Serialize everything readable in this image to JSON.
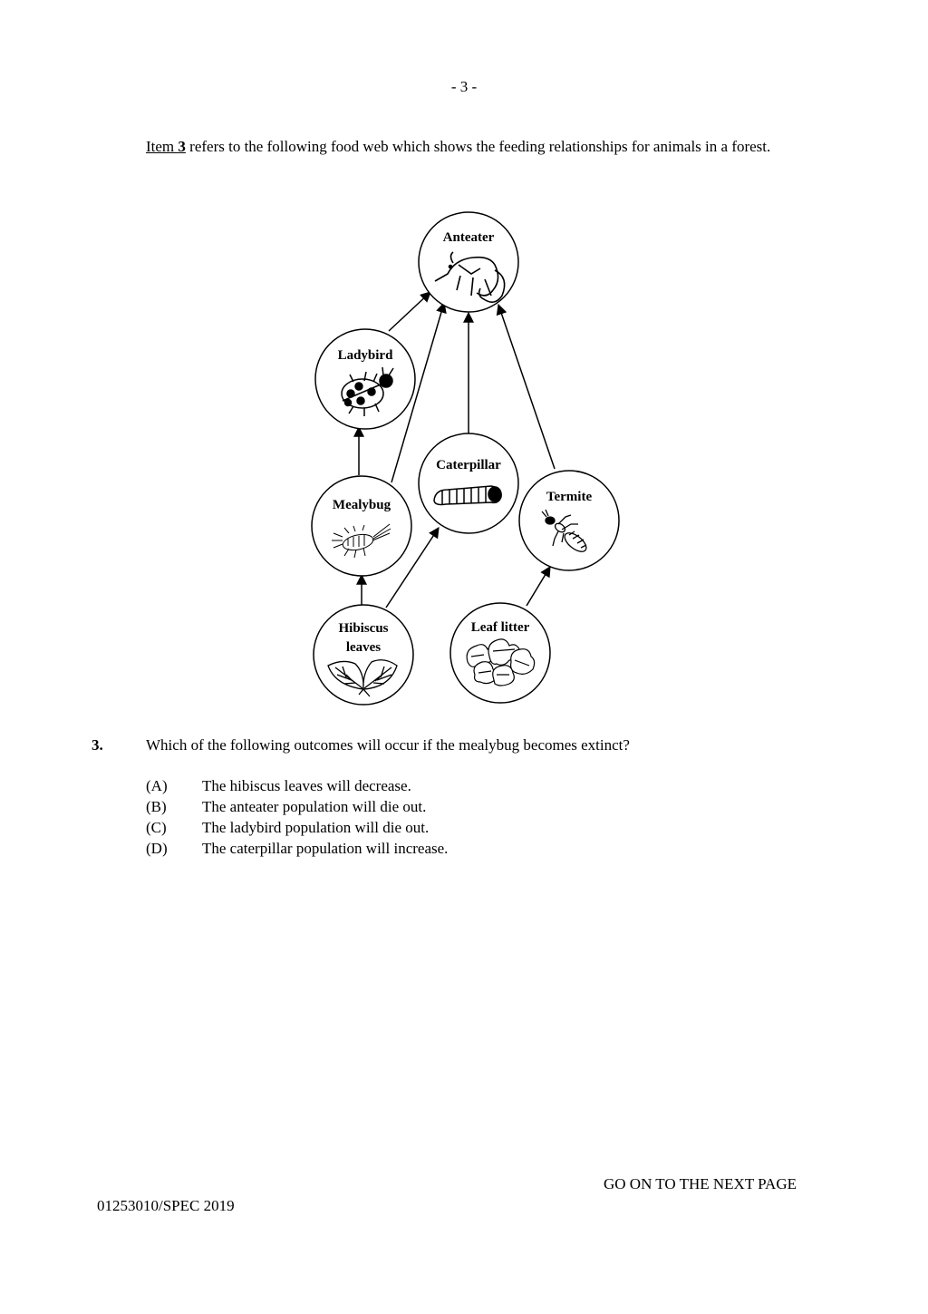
{
  "page_number": "- 3 -",
  "intro": {
    "ref_prefix": "Item ",
    "ref_num": "3",
    "text": " refers to the following food web which shows the feeding relationships for animals in a forest."
  },
  "food_web": {
    "nodes": {
      "anteater": "Anteater",
      "ladybird": "Ladybird",
      "caterpillar": "Caterpillar",
      "mealybug": "Mealybug",
      "termite": "Termite",
      "hibiscus_1": "Hibiscus",
      "hibiscus_2": "leaves",
      "leaf_litter": "Leaf litter"
    }
  },
  "question": {
    "number": "3.",
    "text": "Which of the following outcomes will occur if the mealybug becomes extinct?",
    "options": [
      {
        "letter": "(A)",
        "text": "The hibiscus leaves will decrease."
      },
      {
        "letter": "(B)",
        "text": "The anteater population will die out."
      },
      {
        "letter": "(C)",
        "text": "The ladybird population will die out."
      },
      {
        "letter": "(D)",
        "text": "The caterpillar population will increase."
      }
    ]
  },
  "footer": {
    "next_page": "GO ON TO THE NEXT PAGE",
    "code": "01253010/SPEC 2019"
  }
}
